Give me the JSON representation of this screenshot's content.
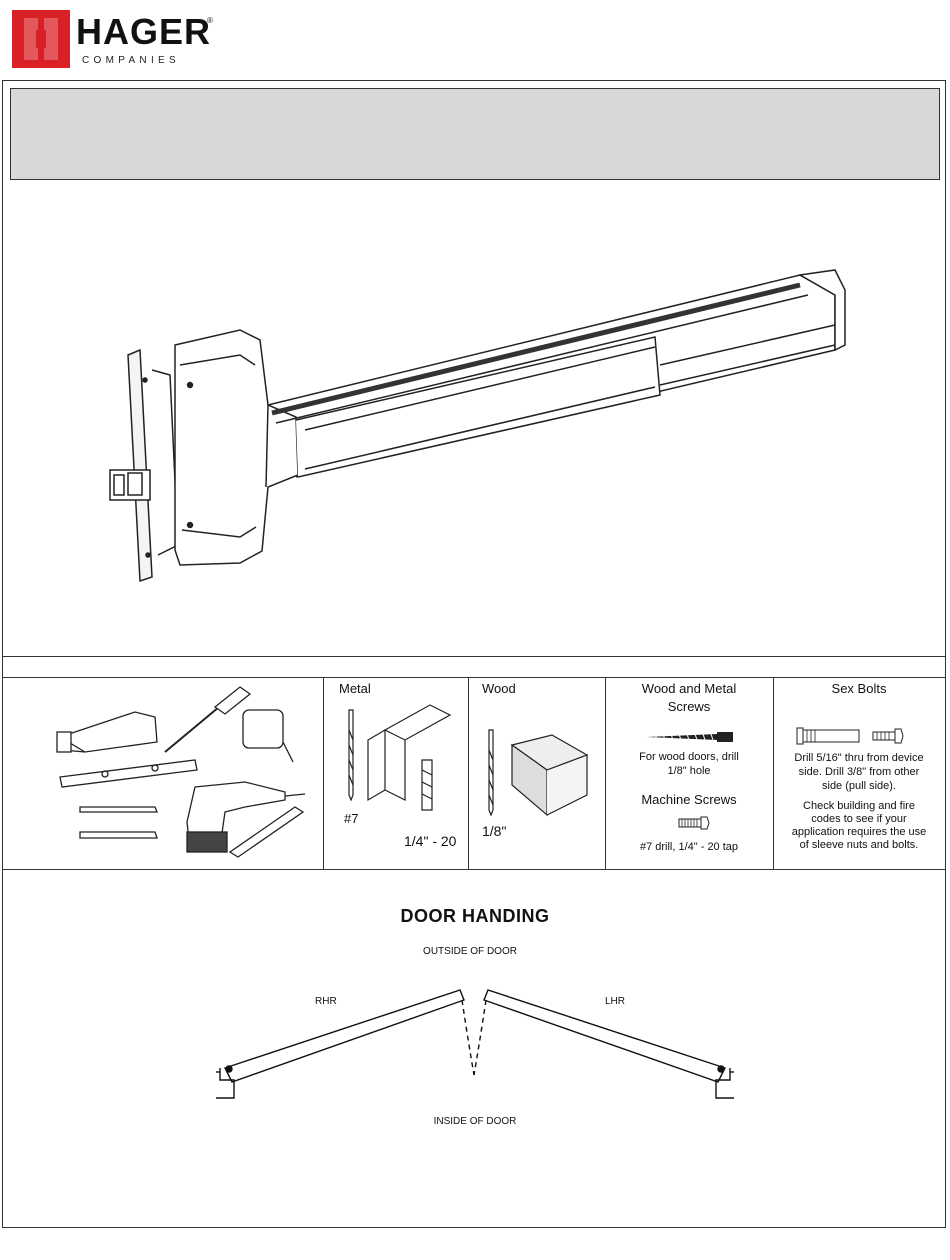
{
  "brand": {
    "name": "HAGER",
    "registered": "®",
    "tagline": "COMPANIES",
    "color": "#d92027"
  },
  "header_band": {
    "text": ""
  },
  "tools": {
    "metal": {
      "title": "Metal",
      "drill": "#7",
      "tap": "1/4\" - 20"
    },
    "wood": {
      "title": "Wood",
      "drill": "1/8\""
    },
    "wood_metal_screws": {
      "title_line1": "Wood and Metal",
      "title_line2": "Screws",
      "note_line1": "For wood doors, drill",
      "note_line2": "1/8\" hole",
      "machine_title": "Machine Screws",
      "machine_note": "#7 drill, 1/4\" - 20 tap"
    },
    "sex_bolts": {
      "title": "Sex Bolts",
      "note_line1": "Drill 5/16\" thru from device",
      "note_line2": "side.  Drill 3/8\" from other",
      "note_line3": "side (pull side).",
      "check_line1": "Check building and fire",
      "check_line2": "codes to see if your",
      "check_line3": "application requires the use",
      "check_line4": "of sleeve nuts and bolts."
    }
  },
  "door_handing": {
    "title": "DOOR HANDING",
    "outside": "OUTSIDE OF DOOR",
    "inside": "INSIDE OF DOOR",
    "rhr": "RHR",
    "lhr": "LHR"
  }
}
